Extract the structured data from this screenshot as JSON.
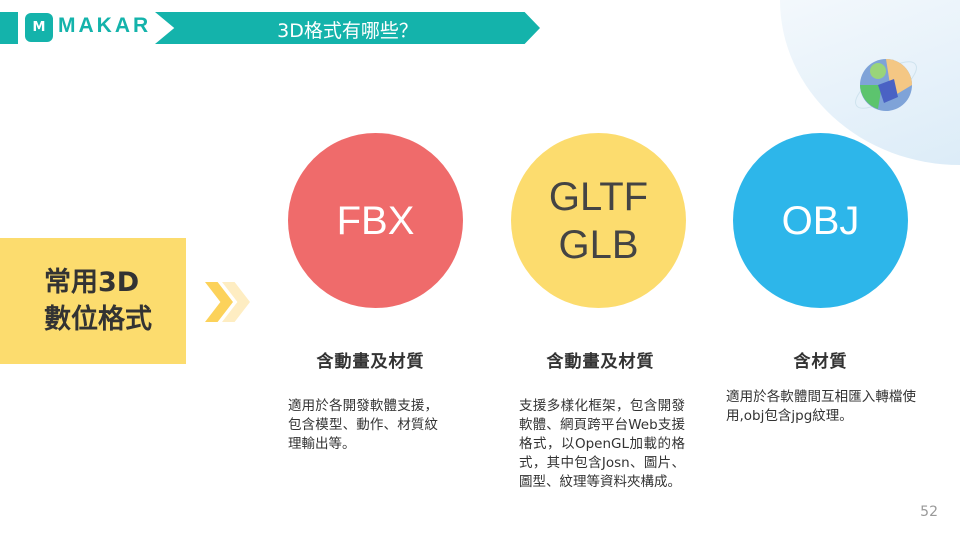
{
  "header": {
    "brand": "MAKAR",
    "logo_glyph": "M",
    "title": "3D格式有哪些？"
  },
  "side_label": "常用3D\n數位格式",
  "formats": [
    {
      "name": "FBX",
      "color": "#ef6b6b",
      "text_color": "#ffffff",
      "subtitle": "含動畫及材質",
      "description": "適用於各開發軟體支援，包含模型、動作、材質紋理輸出等。"
    },
    {
      "name": "GLTF\nGLB",
      "color": "#fcdc6e",
      "text_color": "#444444",
      "subtitle": "含動畫及材質",
      "description": "支援多樣化框架，包含開發軟體、網頁跨平台Web支援格式，以OpenGL加載的格式，其中包含Josn、圖片、圖型、紋理等資料夾構成。"
    },
    {
      "name": "OBJ",
      "color": "#2db6ea",
      "text_color": "#ffffff",
      "subtitle": "含材質",
      "description": "適用於各軟體間互相匯入轉檔使用,obj包含jpg紋理。"
    }
  ],
  "page_number": "52"
}
